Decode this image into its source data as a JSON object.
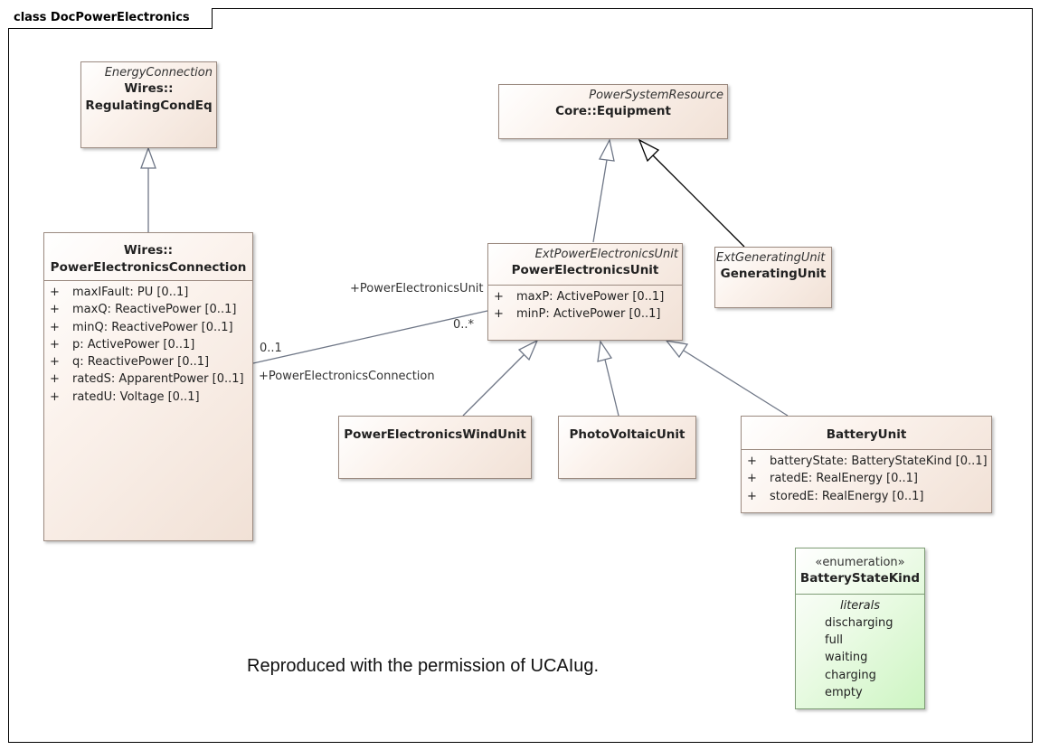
{
  "diagram": {
    "title": "class DocPowerElectronics"
  },
  "classes": {
    "regulating": {
      "stereotype": "EnergyConnection",
      "name_line1": "Wires::",
      "name_line2": "RegulatingCondEq"
    },
    "equipment": {
      "stereotype": "PowerSystemResource",
      "name": "Core::Equipment"
    },
    "pec": {
      "name_line1": "Wires::",
      "name_line2": "PowerElectronicsConnection",
      "attributes": [
        {
          "vis": "+",
          "text": "maxIFault: PU [0..1]"
        },
        {
          "vis": "+",
          "text": "maxQ: ReactivePower [0..1]"
        },
        {
          "vis": "+",
          "text": "minQ: ReactivePower [0..1]"
        },
        {
          "vis": "+",
          "text": "p: ActivePower [0..1]"
        },
        {
          "vis": "+",
          "text": "q: ReactivePower [0..1]"
        },
        {
          "vis": "+",
          "text": "ratedS: ApparentPower [0..1]"
        },
        {
          "vis": "+",
          "text": "ratedU: Voltage [0..1]"
        }
      ]
    },
    "peu": {
      "stereotype": "ExtPowerElectronicsUnit",
      "name": "PowerElectronicsUnit",
      "attributes": [
        {
          "vis": "+",
          "text": "maxP: ActivePower [0..1]"
        },
        {
          "vis": "+",
          "text": "minP: ActivePower [0..1]"
        }
      ]
    },
    "gen": {
      "stereotype": "ExtGeneratingUnit",
      "name": "GeneratingUnit"
    },
    "wind": {
      "name": "PowerElectronicsWindUnit"
    },
    "pv": {
      "name": "PhotoVoltaicUnit"
    },
    "battery": {
      "name": "BatteryUnit",
      "attributes": [
        {
          "vis": "+",
          "text": "batteryState: BatteryStateKind [0..1]"
        },
        {
          "vis": "+",
          "text": "ratedE: RealEnergy [0..1]"
        },
        {
          "vis": "+",
          "text": "storedE: RealEnergy [0..1]"
        }
      ]
    },
    "bsk": {
      "stereotype": "«enumeration»",
      "name": "BatteryStateKind",
      "literals_heading": "literals",
      "literals": [
        "discharging",
        "full",
        "waiting",
        "charging",
        "empty"
      ]
    }
  },
  "association": {
    "role_unit": "+PowerElectronicsUnit",
    "mult_unit": "0..*",
    "role_connection": "+PowerElectronicsConnection",
    "mult_connection": "0..1"
  },
  "credit": "Reproduced with the permission of UCAIug."
}
